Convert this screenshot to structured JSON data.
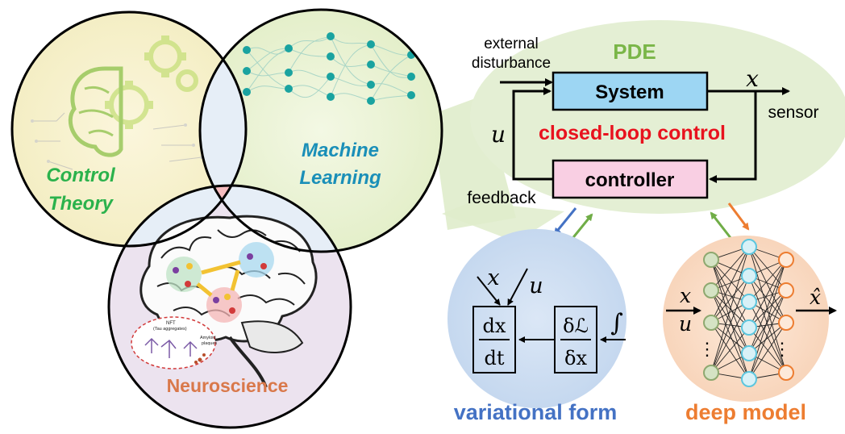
{
  "venn": {
    "control_theory": [
      "Control",
      "Theory"
    ],
    "machine_learning": [
      "Machine",
      "Learning"
    ],
    "neuroscience": "Neuroscience",
    "brain_inset": {
      "nft": "NFT",
      "tau": "(Tau aggregates)",
      "amyloid": "Amyloid",
      "plaques": "plaques"
    }
  },
  "pde": {
    "title": "PDE",
    "external_disturbance": [
      "external",
      "disturbance"
    ],
    "system_label": "System",
    "controller_label": "controller",
    "closed_loop": "closed-loop control",
    "x_symbol": "x",
    "sensor": "sensor",
    "u_symbol": "u",
    "feedback": "feedback"
  },
  "variational": {
    "x_symbol": "x",
    "u_symbol": "u",
    "dx_num": "dx",
    "dx_den": "dt",
    "dL_num": "δℒ",
    "dL_den": "δx",
    "integral": "∫",
    "caption": "variational form"
  },
  "deep": {
    "x_symbol": "x",
    "u_symbol": "u",
    "xhat_symbol": "x̂",
    "dots": "⋮",
    "caption": "deep model"
  },
  "colors": {
    "control_theory": "#2bb24c",
    "machine_learning": "#1a8fb8",
    "neuroscience": "#d9784a",
    "pde_title": "#7ab648",
    "closed_loop": "#e8121e",
    "variational": "#4472c4",
    "deep_model": "#ed7d31",
    "system_box": "#9dd6f3",
    "controller_box": "#f9cfe3"
  }
}
